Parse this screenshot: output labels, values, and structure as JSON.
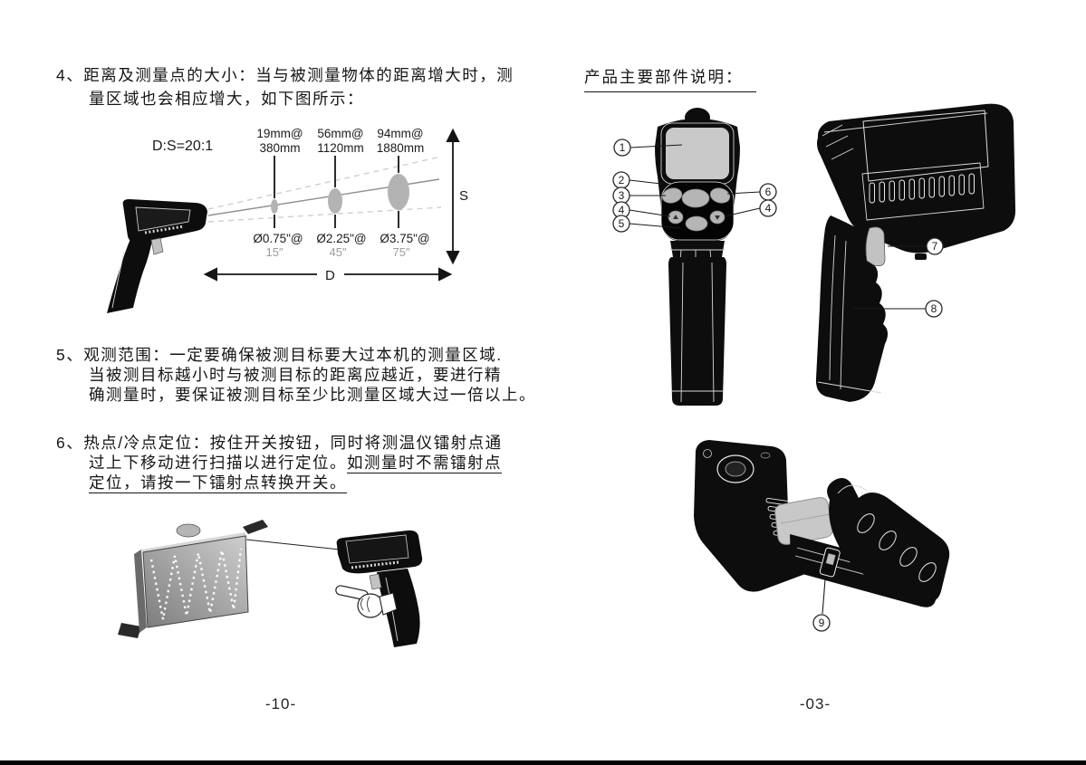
{
  "page_left": {
    "section4": {
      "line1": "4、距离及测量点的大小：当与被测量物体的距离增大时，测",
      "line2": "量区域也会相应增大，如下图所示："
    },
    "diagram": {
      "ratio_label": "D:S=20:1",
      "s_label": "S",
      "d_label": "D",
      "spots": [
        {
          "top1": "19mm@",
          "top2": "380mm",
          "bottom1": "Ø0.75\"@",
          "bottom2": "15″"
        },
        {
          "top1": "56mm@",
          "top2": "1120mm",
          "bottom1": "Ø2.25\"@",
          "bottom2": "45″"
        },
        {
          "top1": "94mm@",
          "top2": "1880mm",
          "bottom1": "Ø3.75\"@",
          "bottom2": "75″"
        }
      ]
    },
    "section5": {
      "line1": "5、观测范围：一定要确保被测目标要大过本机的测量区域.",
      "line2": "当被测目标越小时与被测目标的距离应越近，要进行精",
      "line3": "确测量时，要保证被测目标至少比测量区域大过一倍以上。"
    },
    "section6": {
      "line1": "6、热点/冷点定位：按住开关按钮，同时将测温仪镭射点通",
      "line2_normal": "过上下移动进行扫描以进行定位。",
      "line2_underline": "如测量时不需镭射点",
      "line3_underline": "定位，请按一下镭射点转换开关。"
    },
    "page_number": "-10-"
  },
  "page_right": {
    "title": "产品主要部件说明：",
    "callouts": {
      "c1": "1",
      "c2": "2",
      "c3": "3",
      "c4": "4",
      "c5": "5",
      "c6": "6",
      "c7": "7",
      "c8": "8",
      "c9": "9"
    },
    "page_number": "-03-"
  }
}
